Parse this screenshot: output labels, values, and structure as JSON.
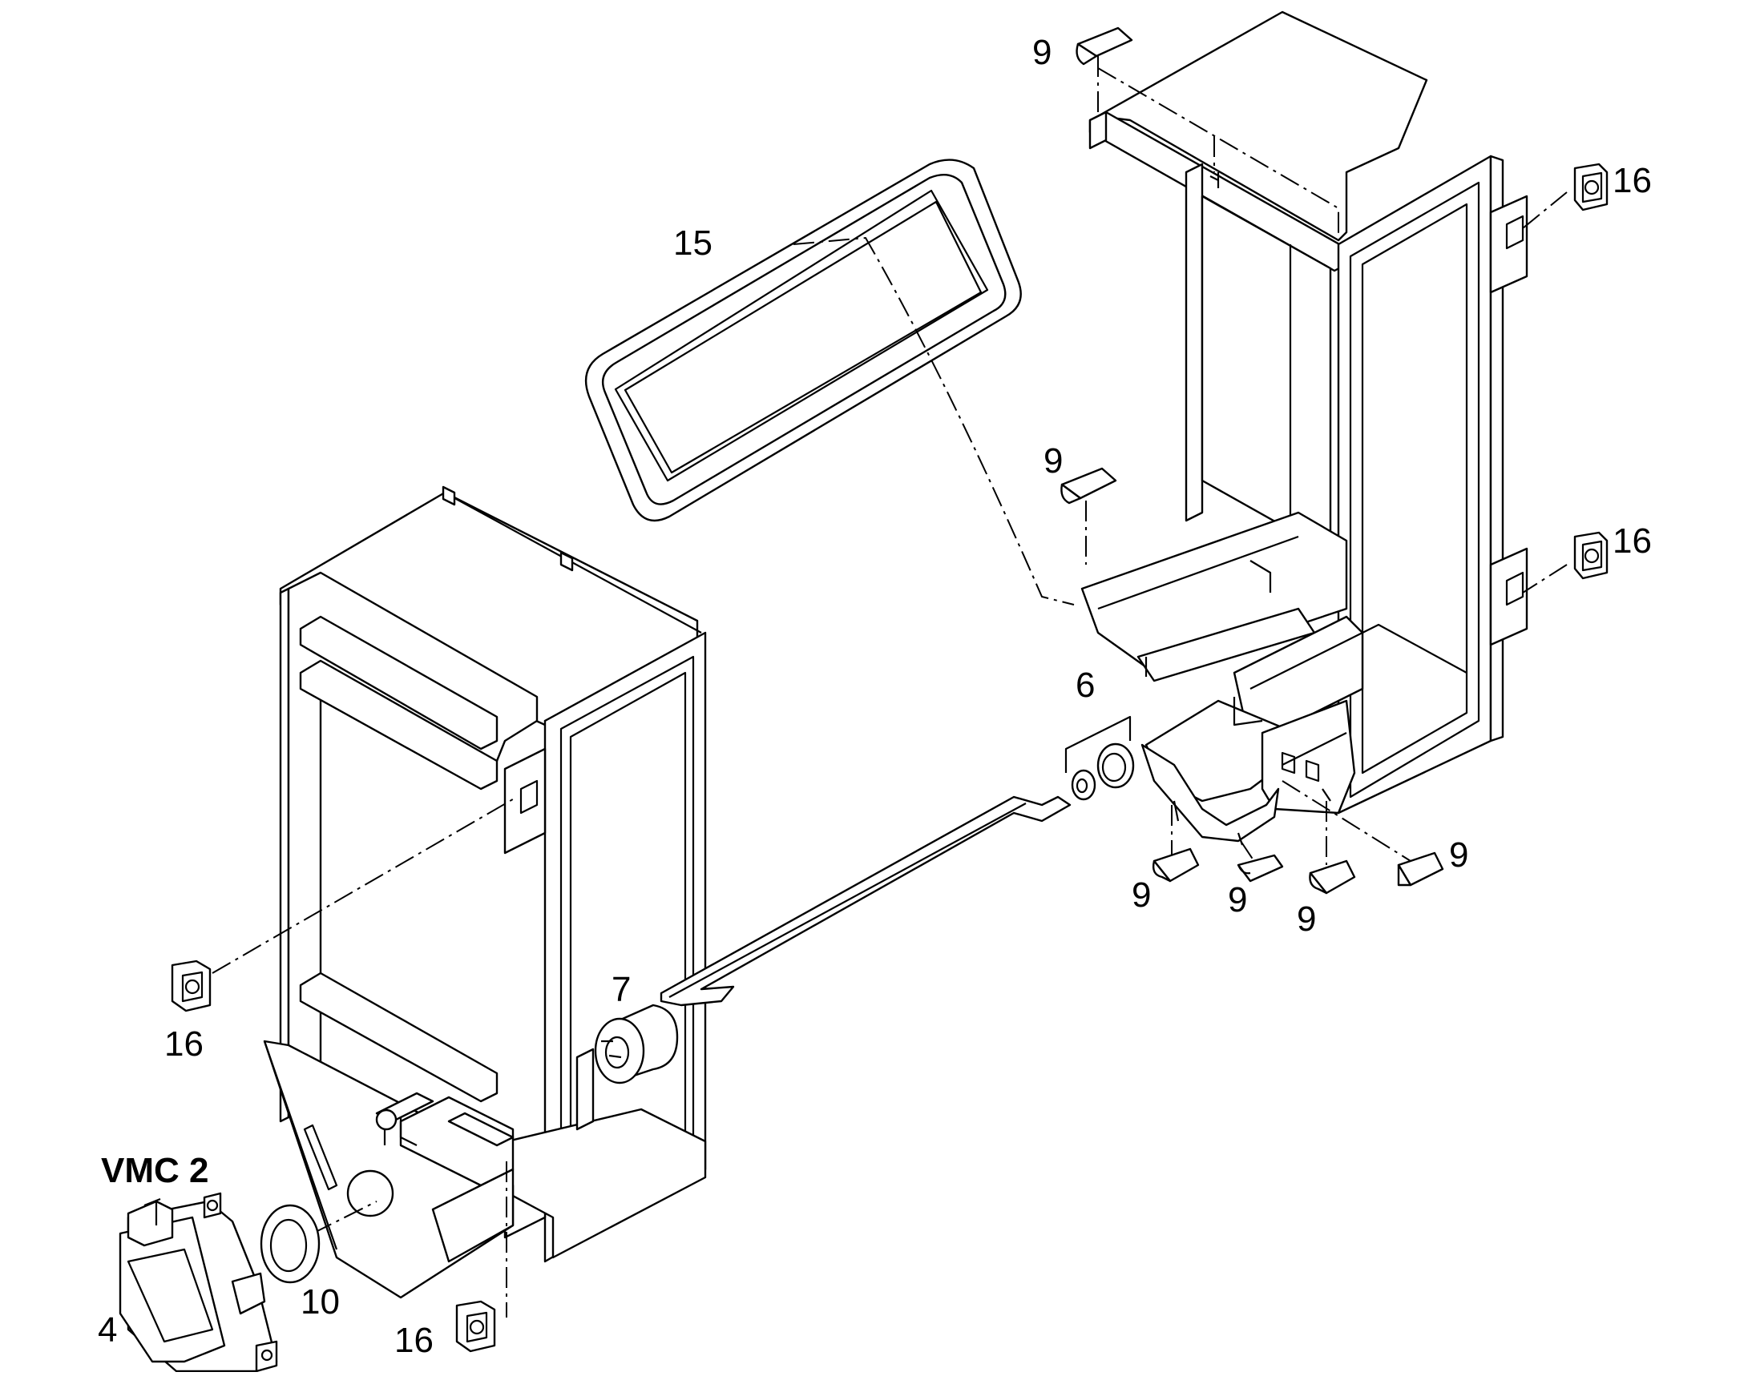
{
  "labels": {
    "vmc": "VMC 2",
    "p4": "4",
    "p6": "6",
    "p7": "7",
    "p9": "9",
    "p10": "10",
    "p15": "15",
    "p16": "16"
  }
}
